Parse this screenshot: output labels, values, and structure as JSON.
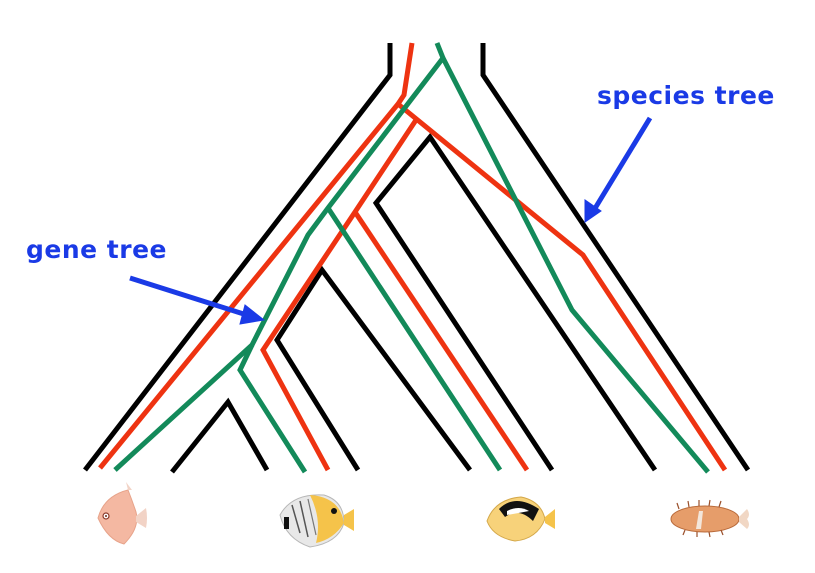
{
  "labels": {
    "species_tree": "species tree",
    "gene_tree": "gene tree"
  },
  "colors": {
    "species_tree": "#000000",
    "gene_tree_red": "#ee3311",
    "gene_tree_green": "#138a5a",
    "annotation": "#1a3ae6"
  },
  "taxa": [
    {
      "name": "pink-discus-fish",
      "icon": "fish-icon"
    },
    {
      "name": "threadfin-butterflyfish",
      "icon": "fish-icon"
    },
    {
      "name": "yellow-black-butterflyfish",
      "icon": "fish-icon"
    },
    {
      "name": "porcupinefish",
      "icon": "fish-icon"
    }
  ]
}
